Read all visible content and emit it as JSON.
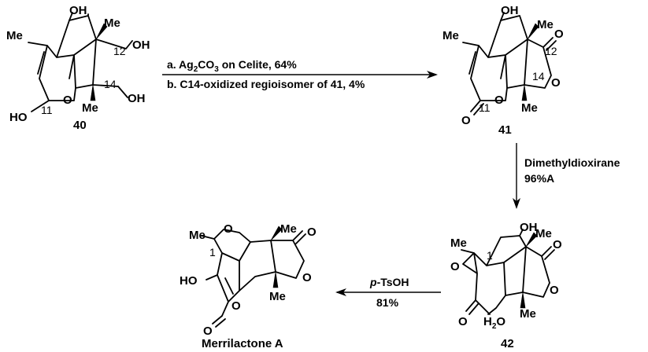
{
  "compounds": {
    "c40": {
      "label": "40",
      "atoms": {
        "oh_top": "OH",
        "me_left": "Me",
        "me_right": "Me",
        "oh_c12": "OH",
        "me_bottom": "Me",
        "oh_c14": "OH",
        "ho_c11": "HO",
        "o_ring": "O"
      },
      "numbers": {
        "n12": "12",
        "n14": "14",
        "n11": "11"
      }
    },
    "c41": {
      "label": "41",
      "atoms": {
        "oh_top": "OH",
        "me_left": "Me",
        "me_right": "Me",
        "o_carbonyl_top": "O",
        "o_lactone": "O",
        "me_bottom": "Me",
        "o_ring": "O",
        "o_carbonyl_bottom": "O"
      },
      "numbers": {
        "n12": "12",
        "n14": "14",
        "n11": "11"
      }
    },
    "c42": {
      "label": "42",
      "atoms": {
        "oh_top": "OH",
        "me_left": "Me",
        "me_right": "Me",
        "o_carbonyl_top": "O",
        "o_epoxide": "O",
        "o_lactone": "O",
        "me_bottom": "Me",
        "o_carbonyl_bottom": "O",
        "water": "H2O"
      },
      "numbers": {
        "n1": "1"
      }
    },
    "merrilactone": {
      "label": "Merrilactone A",
      "atoms": {
        "me_left": "Me",
        "o_ether": "O",
        "me_right": "Me",
        "o_carbonyl_top": "O",
        "ho": "HO",
        "o_lactone_right": "O",
        "o_lactone_bottom": "O",
        "o_carbonyl_bottom": "O",
        "me_bottom": "Me"
      },
      "numbers": {
        "n1": "1"
      }
    }
  },
  "reactions": {
    "r1": {
      "line_a": "a. Ag",
      "line_a_sub": "2",
      "line_a_mid": "CO",
      "line_a_sub2": "3",
      "line_a_rest": " on Celite, 64%",
      "line_b": "b. C14-oxidized regioisomer of 41, 4%"
    },
    "r2": {
      "reagent": "Dimethyldioxirane",
      "yield": "96%A"
    },
    "r3": {
      "reagent_italic": "p",
      "reagent_rest": "-TsOH",
      "yield": "81%"
    }
  }
}
